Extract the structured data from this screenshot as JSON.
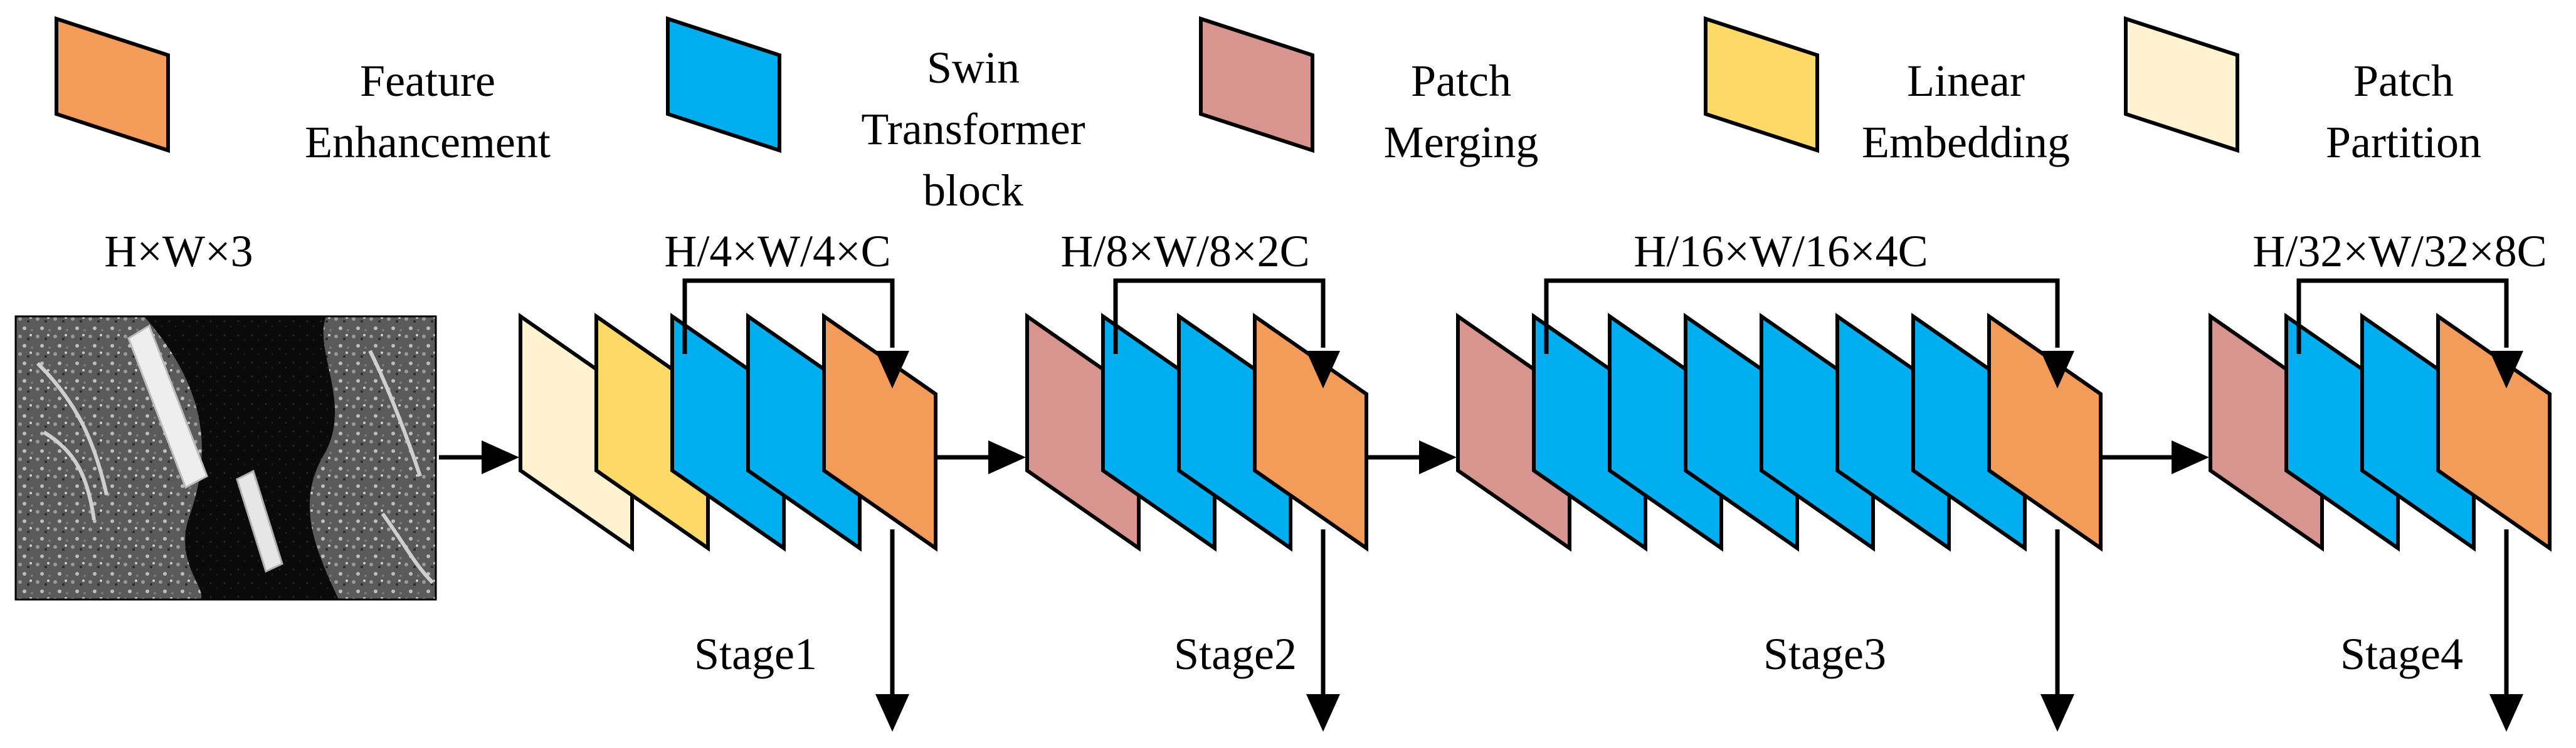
{
  "colors": {
    "feature_enhancement": "#F39C5A",
    "swin_block": "#00AEEF",
    "patch_merging": "#D89590",
    "linear_embedding": "#FDD967",
    "patch_partition": "#FFF2D0",
    "stroke": "#000000"
  },
  "legend": [
    {
      "key": "feature_enhancement",
      "lines": [
        "Feature",
        "Enhancement"
      ]
    },
    {
      "key": "swin_block",
      "lines": [
        "Swin",
        "Transformer",
        "block"
      ]
    },
    {
      "key": "patch_merging",
      "lines": [
        "Patch",
        "Merging"
      ]
    },
    {
      "key": "linear_embedding",
      "lines": [
        "Linear",
        "Embedding"
      ]
    },
    {
      "key": "patch_partition",
      "lines": [
        "Patch",
        "Partition"
      ]
    }
  ],
  "input": {
    "label": "H×W×3",
    "image": "sar-ship-image"
  },
  "stages": [
    {
      "name": "Stage1",
      "dims": "H/4×W/4×C",
      "blocks": [
        "patch_partition",
        "linear_embedding",
        "swin_block",
        "swin_block",
        "feature_enhancement"
      ]
    },
    {
      "name": "Stage2",
      "dims": "H/8×W/8×2C",
      "blocks": [
        "patch_merging",
        "swin_block",
        "swin_block",
        "feature_enhancement"
      ]
    },
    {
      "name": "Stage3",
      "dims": "H/16×W/16×4C",
      "blocks": [
        "patch_merging",
        "swin_block",
        "swin_block",
        "swin_block",
        "swin_block",
        "swin_block",
        "swin_block",
        "feature_enhancement"
      ]
    },
    {
      "name": "Stage4",
      "dims": "H/32×W/32×8C",
      "blocks": [
        "patch_merging",
        "swin_block",
        "swin_block",
        "feature_enhancement"
      ]
    }
  ]
}
